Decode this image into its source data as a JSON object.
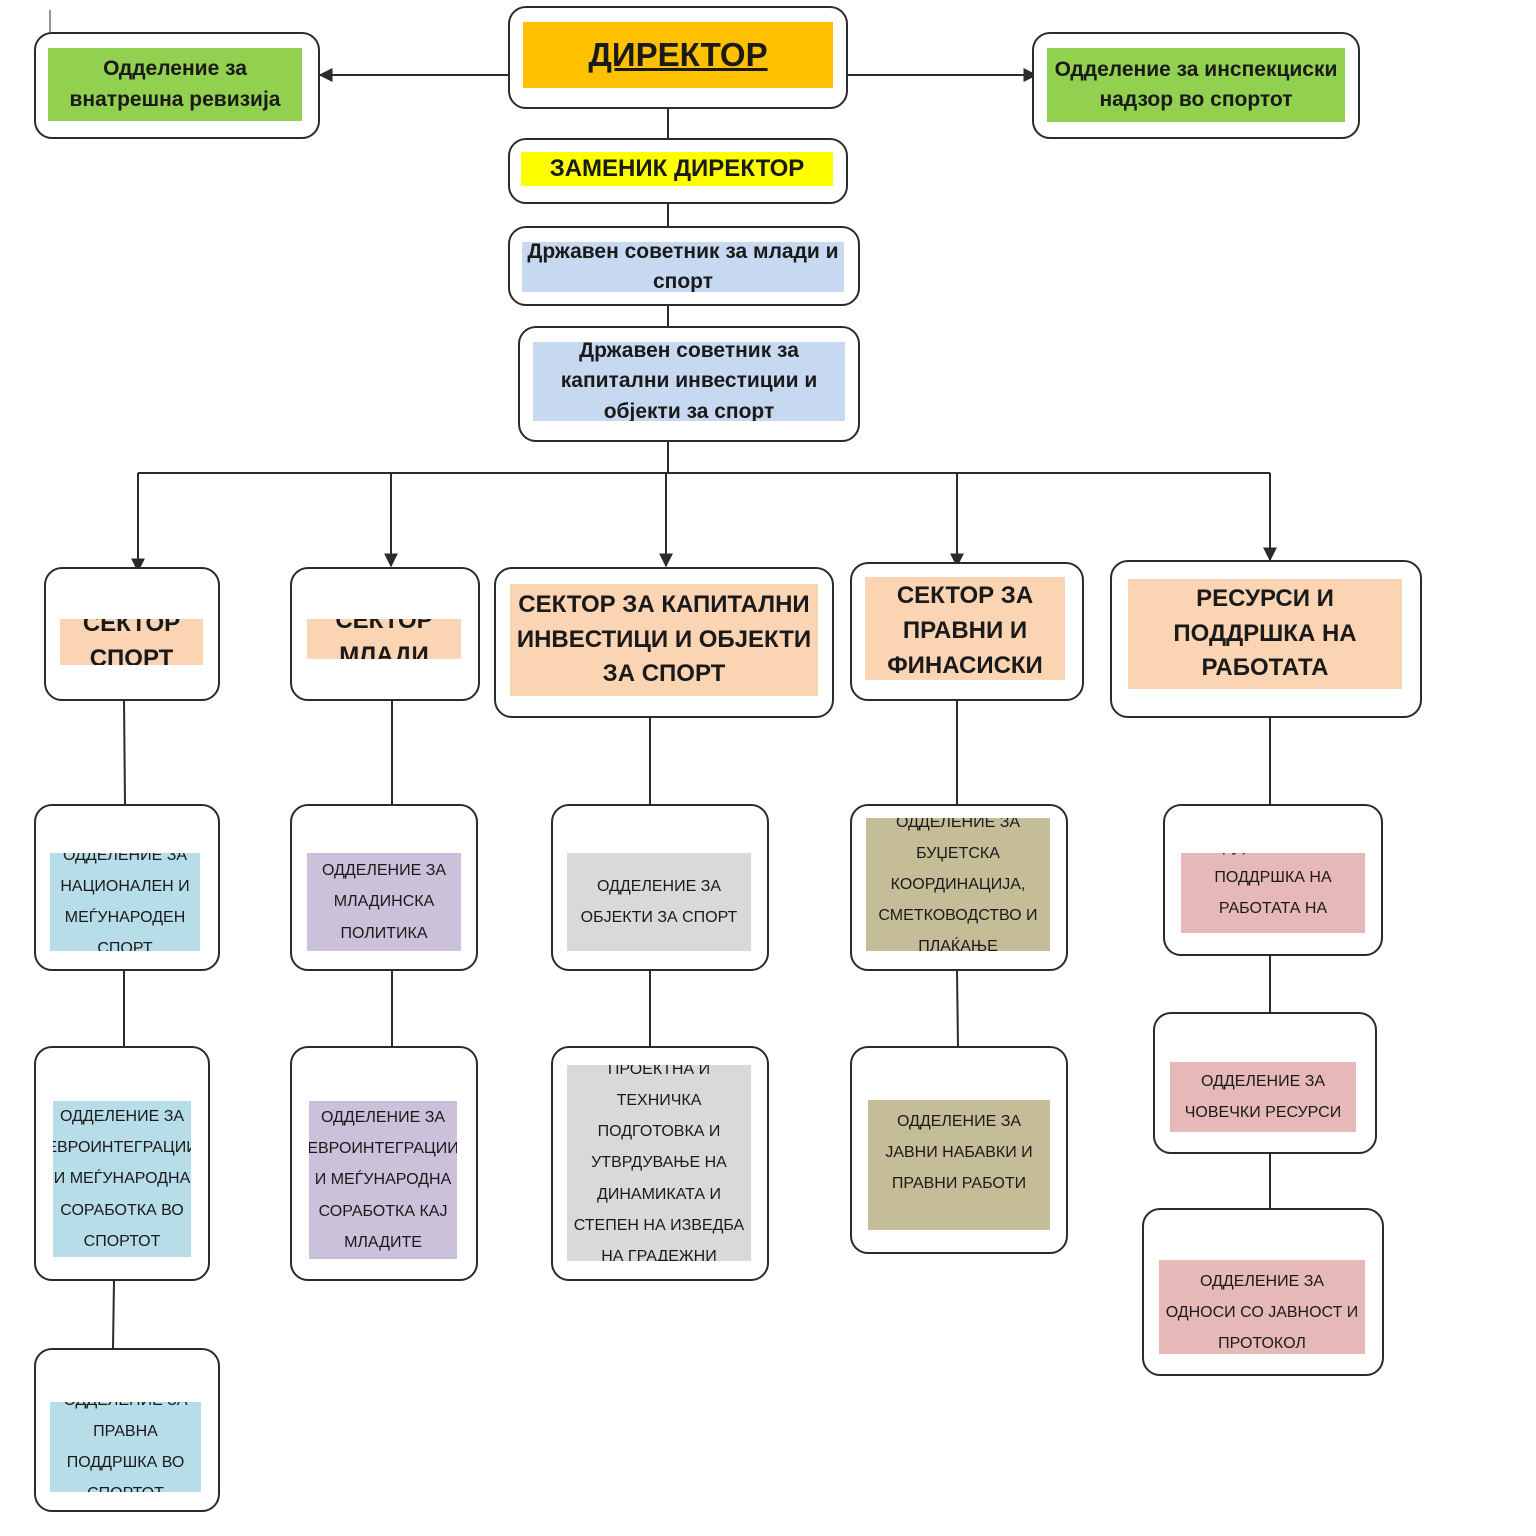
{
  "colors": {
    "director": "#ffc000",
    "deputy": "#ffff00",
    "green": "#92d050",
    "advisor": "#c6d9f1",
    "sector": "#fbd4b4",
    "dept_sport": "#b7dde8",
    "dept_youth": "#ccc1da",
    "dept_capital": "#d9d9d9",
    "dept_legal": "#c4bd97",
    "dept_hr": "#e6b9b8",
    "line": "#2b2b2b"
  },
  "top": {
    "director": "ДИРЕКТОР",
    "internal_audit": "Одделение за внатрешна ревизија",
    "inspection": "Одделение за инспекциски надзор во спортот",
    "deputy": "ЗАМЕНИК ДИРЕКТОР",
    "advisor_youth_sport": "Државен советник за млади и спорт",
    "advisor_capital": "Државен советник за капитални инвестиции и објекти за спорт"
  },
  "sectors": [
    {
      "title": "СЕКТОР СПОРТ",
      "departments": [
        "ОДДЕЛЕНИЕ ЗА НАЦИОНАЛЕН И МЕЃУНАРОДЕН СПОРТ",
        "ОДДЕЛЕНИЕ ЗА ЕВРОИНТЕГРАЦИИ И МЕЃУНАРОДНА СОРАБОТКА ВО СПОРТОТ",
        "ОДДЕЛЕНИЕ ЗА ПРАВНА ПОДДРШКА ВО СПОРТОТ"
      ]
    },
    {
      "title": "СЕКТОР МЛАДИ",
      "departments": [
        "ОДДЕЛЕНИЕ ЗА МЛАДИНСКА ПОЛИТИКА",
        "ОДДЕЛЕНИЕ ЗА ЕВРОИНТЕГРАЦИИ И МЕЃУНАРОДНА СОРАБОТКА КАЈ МЛАДИТЕ"
      ]
    },
    {
      "title": "СЕКТОР ЗА КАПИТАЛНИ ИНВЕСТИЦИ И ОБЈЕКТИ ЗА СПОРТ",
      "departments": [
        "ОДДЕЛЕНИЕ ЗА ОБЈЕКТИ ЗА СПОРТ",
        "ОДДЕЛЕНИЕ ЗА ПРОЕКТНА И ТЕХНИЧКА ПОДГОТОВКА И УТВРДУВАЊЕ НА ДИНАМИКАТА И СТЕПЕН НА ИЗВЕДБА НА ГРАДЕЖНИ РАБОТИ"
      ]
    },
    {
      "title": "СЕКТОР ЗА ПРАВНИ И ФИНАСИСКИ ПРАШАЊА",
      "departments": [
        "ОДДЕЛЕНИЕ ЗА БУЏЕТСКА КООРДИНАЦИЈА, СМЕТКОВОДСТВО И ПЛАЌАЊЕ",
        "ОДДЕЛЕНИЕ ЗА ЈАВНИ НАБАВКИ И ПРАВНИ РАБОТИ"
      ]
    },
    {
      "title": "СЕКТОР ЗА ЧОВЕЧКИ РЕСУРСИ И ПОДДРШКА НА РАБОТАТА ДИРЕКТОРОТ",
      "departments": [
        "ОДДЕЛЕНИЕ ЗА ПОДДРШКА НА РАБОТАТА НА ДИРЕКТОРОТ",
        "ОДДЕЛЕНИЕ ЗА ЧОВЕЧКИ РЕСУРСИ",
        "ОДДЕЛЕНИЕ ЗА ОДНОСИ СО ЈАВНОСТ И ПРОТОКОЛ"
      ]
    }
  ]
}
